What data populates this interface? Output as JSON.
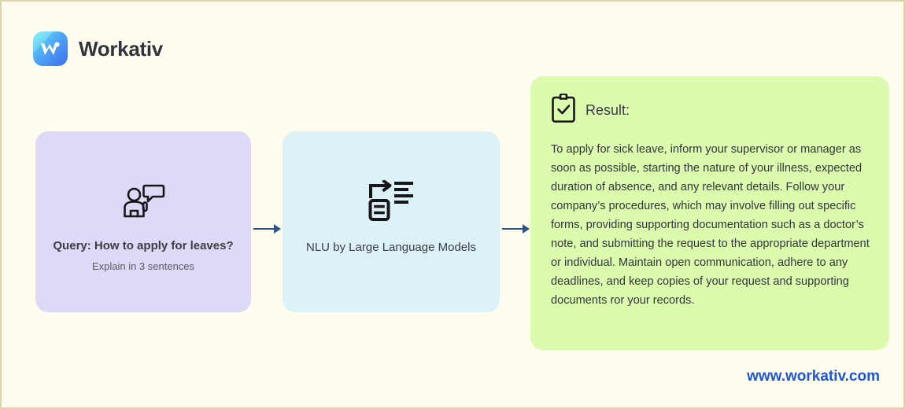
{
  "brand": {
    "name": "Workativ",
    "logo_icon": "workativ-logo-icon",
    "logo_colors": {
      "gradient_start": "#6FE3F7",
      "gradient_mid": "#4FA8F5",
      "gradient_end": "#3E6BF0",
      "mark_fill": "#FFFFFF"
    }
  },
  "theme": {
    "page_background": "#FFFDF0",
    "page_border": "#DED4A8",
    "query_card_bg": "#DED9F7",
    "nlu_card_bg": "#DDF2F7",
    "result_card_bg": "#DDFBAF",
    "arrow_color": "#2F5584",
    "text_dark": "#33343B",
    "link_blue": "#1E56D6"
  },
  "flow": {
    "query_card": {
      "icon": "person-speech-bubble-icon",
      "title": "Query: How to apply for leaves?",
      "subtitle": "Explain in 3 sentences"
    },
    "arrow_1": {
      "icon": "arrow-right-icon"
    },
    "nlu_card": {
      "icon": "document-to-text-lines-icon",
      "title": "NLU by Large Language Models"
    },
    "arrow_2": {
      "icon": "arrow-right-icon"
    },
    "result_card": {
      "icon": "clipboard-check-icon",
      "label": "Result:",
      "body": "To apply for sick leave, inform your supervisor or manager as soon as possible, starting the nature of your illness, expected duration of absence, and any relevant details. Follow your company’s procedures, which may involve filling out specific forms, providing supporting documentation such as a doctor’s note, and submitting the request to the appropriate department or individual. Maintain open communication, adhere to any deadlines, and keep copies of your request and supporting documents ror your records."
    }
  },
  "footer": {
    "url": "www.workativ.com"
  }
}
